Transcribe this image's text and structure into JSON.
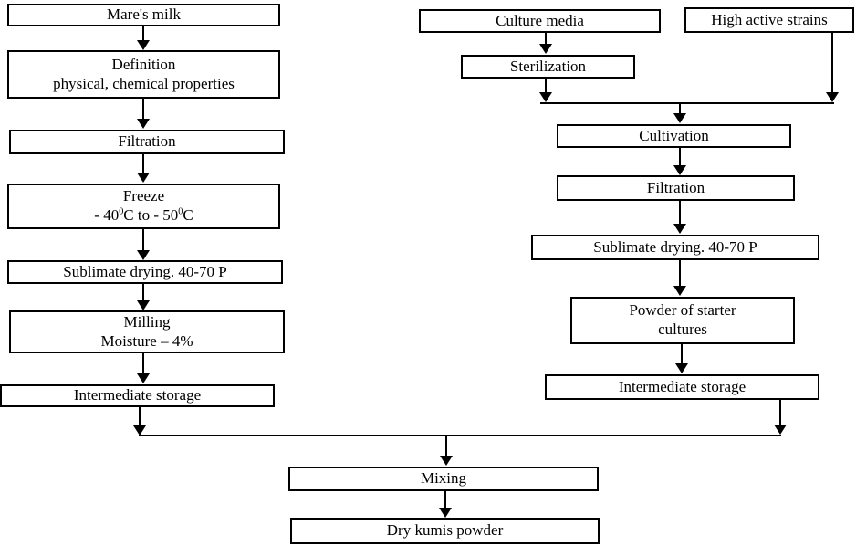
{
  "diagram": {
    "left": {
      "mares_milk": "Mare's milk",
      "definition_l1": "Definition",
      "definition_l2": "physical, chemical properties",
      "filtration": "Filtration",
      "freeze_l1": "Freeze",
      "freeze_a": "- 40",
      "freeze_sup1": "0",
      "freeze_b": "C to - 50",
      "freeze_sup2": "0",
      "freeze_c": "C",
      "sublimate": "Sublimate drying. 40-70 P",
      "milling_l1": "Milling",
      "milling_l2": "Moisture – 4%",
      "intermediate": "Intermediate storage"
    },
    "right": {
      "culture_media": "Culture media",
      "high_active_strains": "High active strains",
      "sterilization": "Sterilization",
      "cultivation": "Cultivation",
      "filtration": "Filtration",
      "sublimate": "Sublimate  drying. 40-70 P",
      "powder_l1": "Powder of starter",
      "powder_l2": "cultures",
      "intermediate": "Intermediate storage"
    },
    "bottom": {
      "mixing": "Mixing",
      "dry_kumis_powder": "Dry kumis powder"
    },
    "colors": {
      "line": "#000000",
      "background": "#ffffff"
    }
  }
}
